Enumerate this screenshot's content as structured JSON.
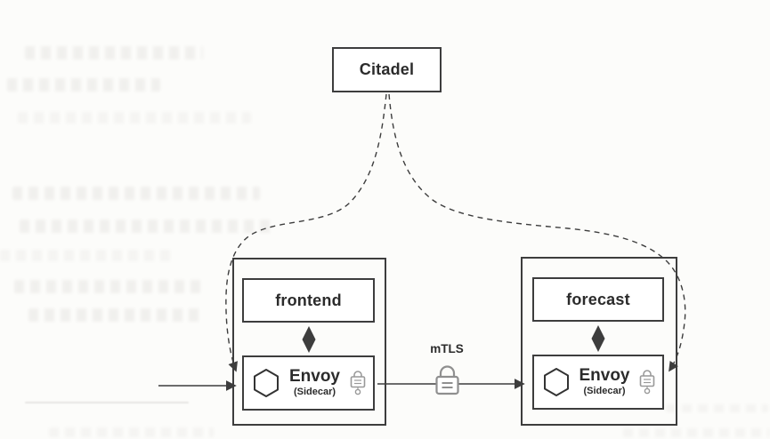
{
  "theme": {
    "paper_color": "#fcfcfa",
    "line_color": "#3d3d3d",
    "text_color": "#2b2b2b",
    "lock_icon_color": "#8f8f8f"
  },
  "diagram": {
    "citadel": {
      "label": "Citadel"
    },
    "mtls": {
      "label": "mTLS"
    },
    "left_pod": {
      "app": {
        "label": "frontend"
      },
      "sidecar": {
        "label": "Envoy",
        "sublabel": "(Sidecar)"
      }
    },
    "right_pod": {
      "app": {
        "label": "forecast"
      },
      "sidecar": {
        "label": "Envoy",
        "sublabel": "(Sidecar)"
      }
    },
    "icons": {
      "hexagon": "envoy-hexagon-icon",
      "certificate_lock": "certificate-lock-icon",
      "mtls_lock": "mtls-lock-icon"
    }
  }
}
